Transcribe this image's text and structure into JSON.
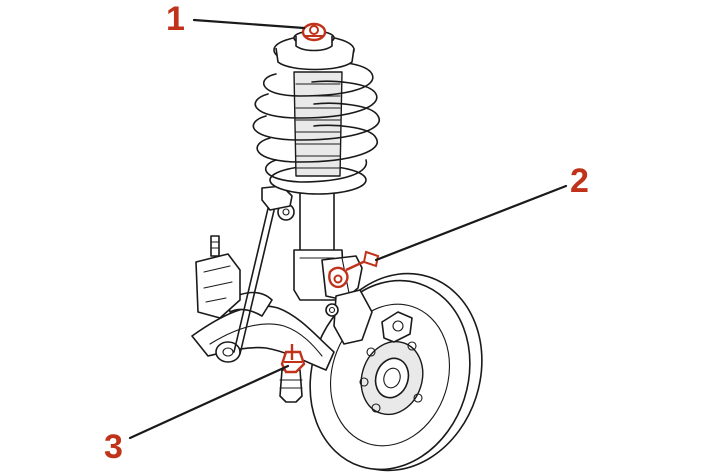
{
  "accent_color": "#c0321a",
  "line_color": "#1a1a1a",
  "callouts": [
    {
      "label": "1"
    },
    {
      "label": "2"
    },
    {
      "label": "3"
    }
  ]
}
